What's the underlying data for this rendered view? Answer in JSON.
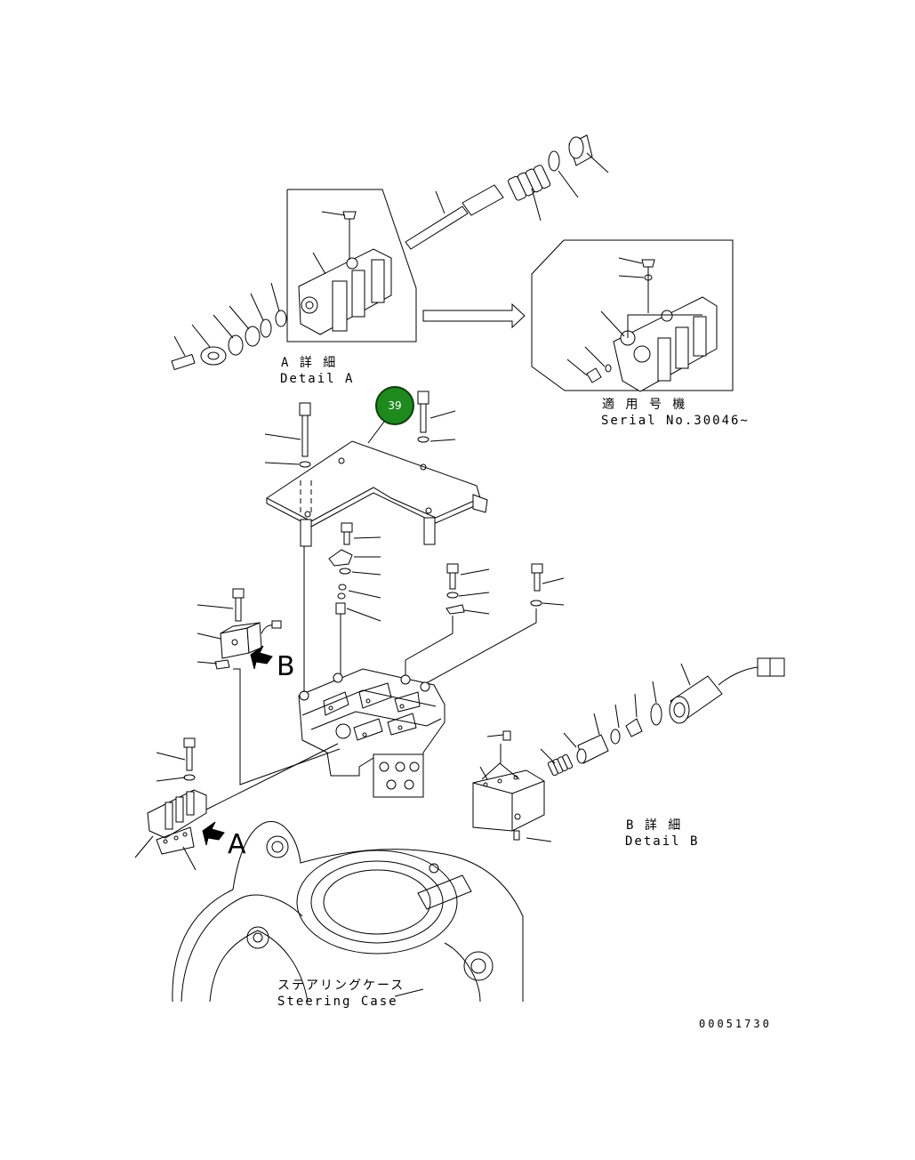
{
  "labels": {
    "detail_a_jp": "A 詳 細",
    "detail_a_en": "Detail A",
    "serial_jp": "適 用 号 機",
    "serial_en": "Serial No.30046~",
    "detail_b_jp": "B 詳 細",
    "detail_b_en": "Detail B",
    "view_a": "A",
    "view_b": "B",
    "case_jp": "ステアリングケース",
    "case_en": "Steering Case",
    "drawing_number": "00051730"
  },
  "callout": {
    "number": "39",
    "color": "#1e8a1e"
  },
  "icons": [
    "arrow-a-icon",
    "arrow-b-icon",
    "transfer-arrow-icon"
  ]
}
